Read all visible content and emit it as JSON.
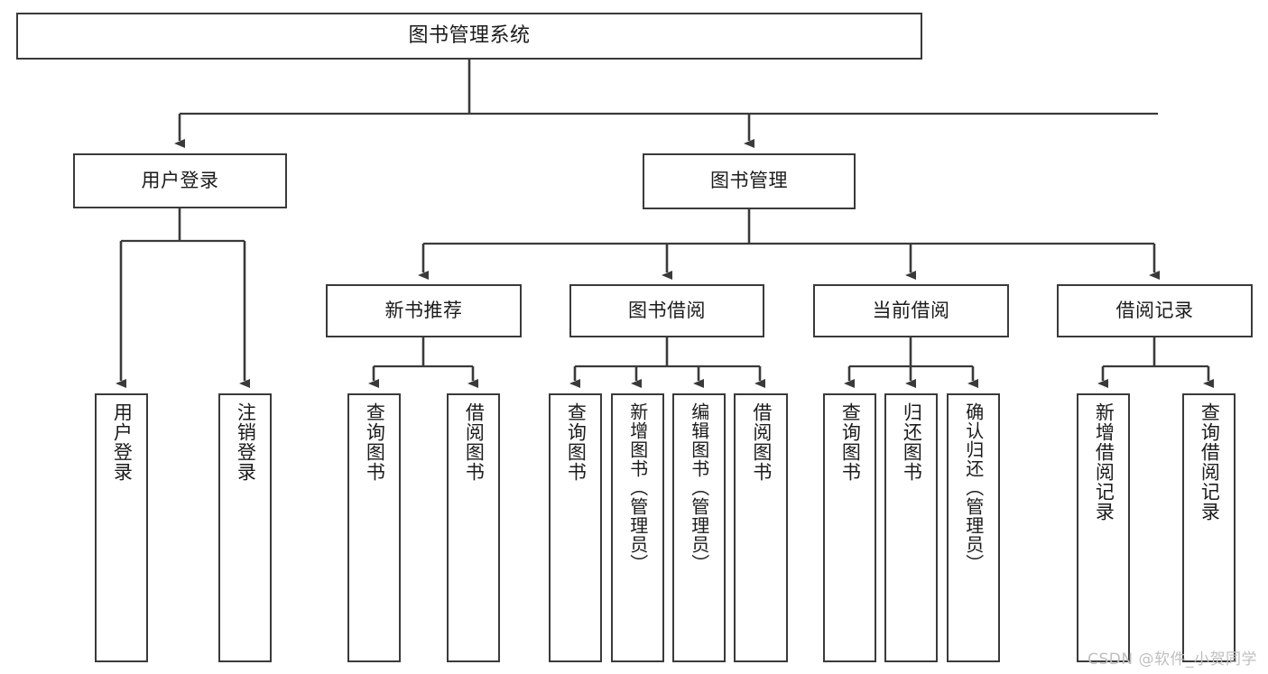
{
  "diagram": {
    "title": "图书管理系统",
    "type": "tree-hierarchy",
    "watermark": "CSDN @软件_小贺同学",
    "colors": {
      "box_border": "#3a3a3a",
      "box_fill": "#ffffff",
      "text": "#1b1b1b",
      "connector": "#3a3a3a",
      "watermark": "#bfbfbf"
    },
    "root": {
      "label": "图书管理系统"
    },
    "level2": [
      {
        "label": "用户登录"
      },
      {
        "label": "图书管理"
      }
    ],
    "level3": [
      {
        "label": "新书推荐"
      },
      {
        "label": "图书借阅"
      },
      {
        "label": "当前借阅"
      },
      {
        "label": "借阅记录"
      }
    ],
    "leaves": {
      "user_login": [
        {
          "label": "用户登录"
        },
        {
          "label": "注销登录"
        }
      ],
      "new_book_recommend": [
        {
          "label": "查询图书"
        },
        {
          "label": "借阅图书"
        }
      ],
      "book_borrow": [
        {
          "label": "查询图书"
        },
        {
          "label": "新增图书（管理员）"
        },
        {
          "label": "编辑图书（管理员）"
        },
        {
          "label": "借阅图书"
        }
      ],
      "current_borrow": [
        {
          "label": "查询图书"
        },
        {
          "label": "归还图书"
        },
        {
          "label": "确认归还（管理员）"
        }
      ],
      "borrow_record": [
        {
          "label": "新增借阅记录"
        },
        {
          "label": "查询借阅记录"
        }
      ]
    }
  }
}
